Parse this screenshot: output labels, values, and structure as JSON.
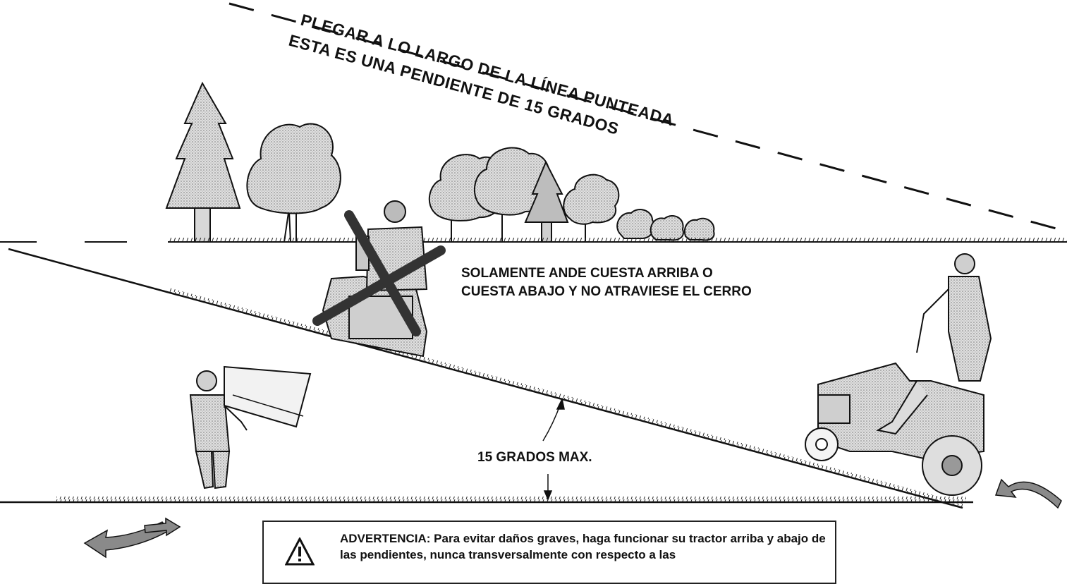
{
  "fold_instruction": {
    "line1": "PLEGAR A LO LARGO DE LA LÍNEA PUNTEADA",
    "line2": "ESTA ES UNA PENDIENTE DE 15 GRADOS"
  },
  "instruction": {
    "line1": "SOLAMENTE ANDE CUESTA ARRIBA O",
    "line2": "CUESTA ABAJO Y NO ATRAVIESE EL CERRO"
  },
  "angle_label": "15 GRADOS MAX.",
  "warning": {
    "text": "ADVERTENCIA: Para evitar daños graves, haga funcionar su tractor arriba y abajo de las pendientes, nunca transversalmente con respecto a las"
  },
  "colors": {
    "ink": "#111111",
    "tree_fill": "#cfcfcf",
    "tractor_fill": "#d4d4d4",
    "arrow_fill": "#8a8a8a"
  }
}
